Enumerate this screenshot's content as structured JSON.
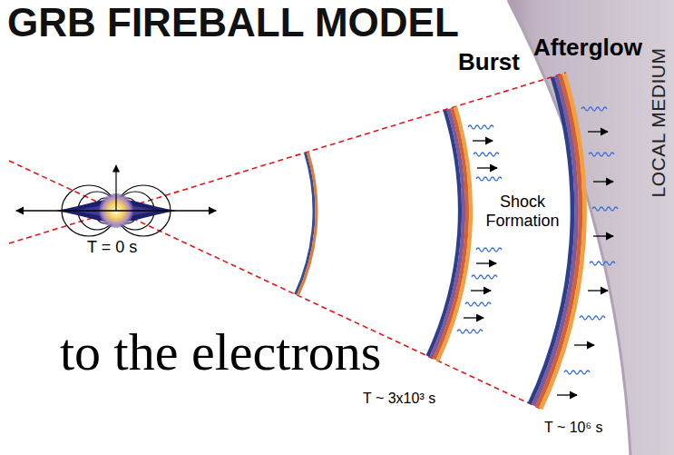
{
  "diagram": {
    "title": "GRB FIREBALL MODEL",
    "nodes": [
      {
        "text": [
          "LOCAL MEDIUM"
        ]
      }
    ],
    "labels": [
      "Afterglow",
      "Burst",
      "Shock Formation",
      "T = 0 s",
      "T ~ 3x10³ s",
      "T ~ 10⁶ s",
      "to the electrons"
    ]
  }
}
